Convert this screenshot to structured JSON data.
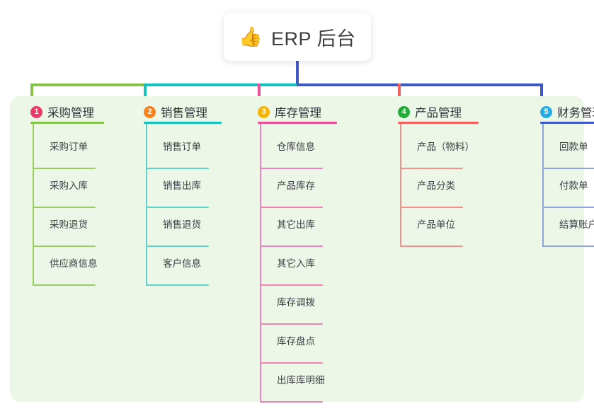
{
  "diagram": {
    "type": "org-tree",
    "root": {
      "icon": "thumbs-up-emoji",
      "icon_glyph": "👍",
      "title": "ERP 后台"
    },
    "panel_background": "#edf7e8",
    "columns": [
      {
        "index": "1",
        "title": "采购管理",
        "badge_color": "#ea3a68",
        "rule_color": "#86c34a",
        "line_color": "#9ccc65",
        "items": [
          "采购订单",
          "采购入库",
          "采购退货",
          "供应商信息"
        ]
      },
      {
        "index": "2",
        "title": "销售管理",
        "badge_color": "#f58220",
        "rule_color": "#14c3bd",
        "line_color": "#5fd2cd",
        "items": [
          "销售订单",
          "销售出库",
          "销售退货",
          "客户信息"
        ]
      },
      {
        "index": "3",
        "title": "库存管理",
        "badge_color": "#f7b500",
        "rule_color": "#e8509a",
        "line_color": "#ef82b6",
        "items": [
          "仓库信息",
          "产品库存",
          "其它出库",
          "其它入库",
          "库存调拨",
          "库存盘点",
          "出库库明细"
        ]
      },
      {
        "index": "4",
        "title": "产品管理",
        "badge_color": "#22ac38",
        "rule_color": "#f4605c",
        "line_color": "#f4918d",
        "items": [
          "产品（物料）",
          "产品分类",
          "产品单位"
        ]
      },
      {
        "index": "5",
        "title": "财务管理",
        "badge_color": "#29abe2",
        "rule_color": "#3f59c4",
        "line_color": "#8fa4dd",
        "items": [
          "回款单",
          "付款单",
          "结算账户"
        ]
      }
    ],
    "connector": {
      "root_stem_color": "#3f59c4",
      "bus_segments": [
        {
          "color": "#86c34a"
        },
        {
          "color": "#14c3bd"
        },
        {
          "color": "#3f59c4"
        }
      ]
    }
  }
}
